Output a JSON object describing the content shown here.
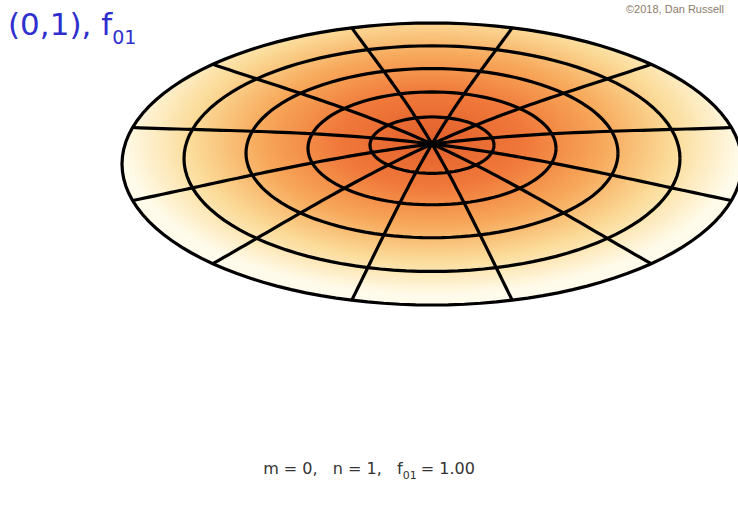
{
  "diagram": {
    "labels": [
      "(0,1), f",
      "01",
      "©2018, Dan Russell",
      "m = 0,   n = 1,   f",
      "01",
      "= 1.00"
    ]
  }
}
